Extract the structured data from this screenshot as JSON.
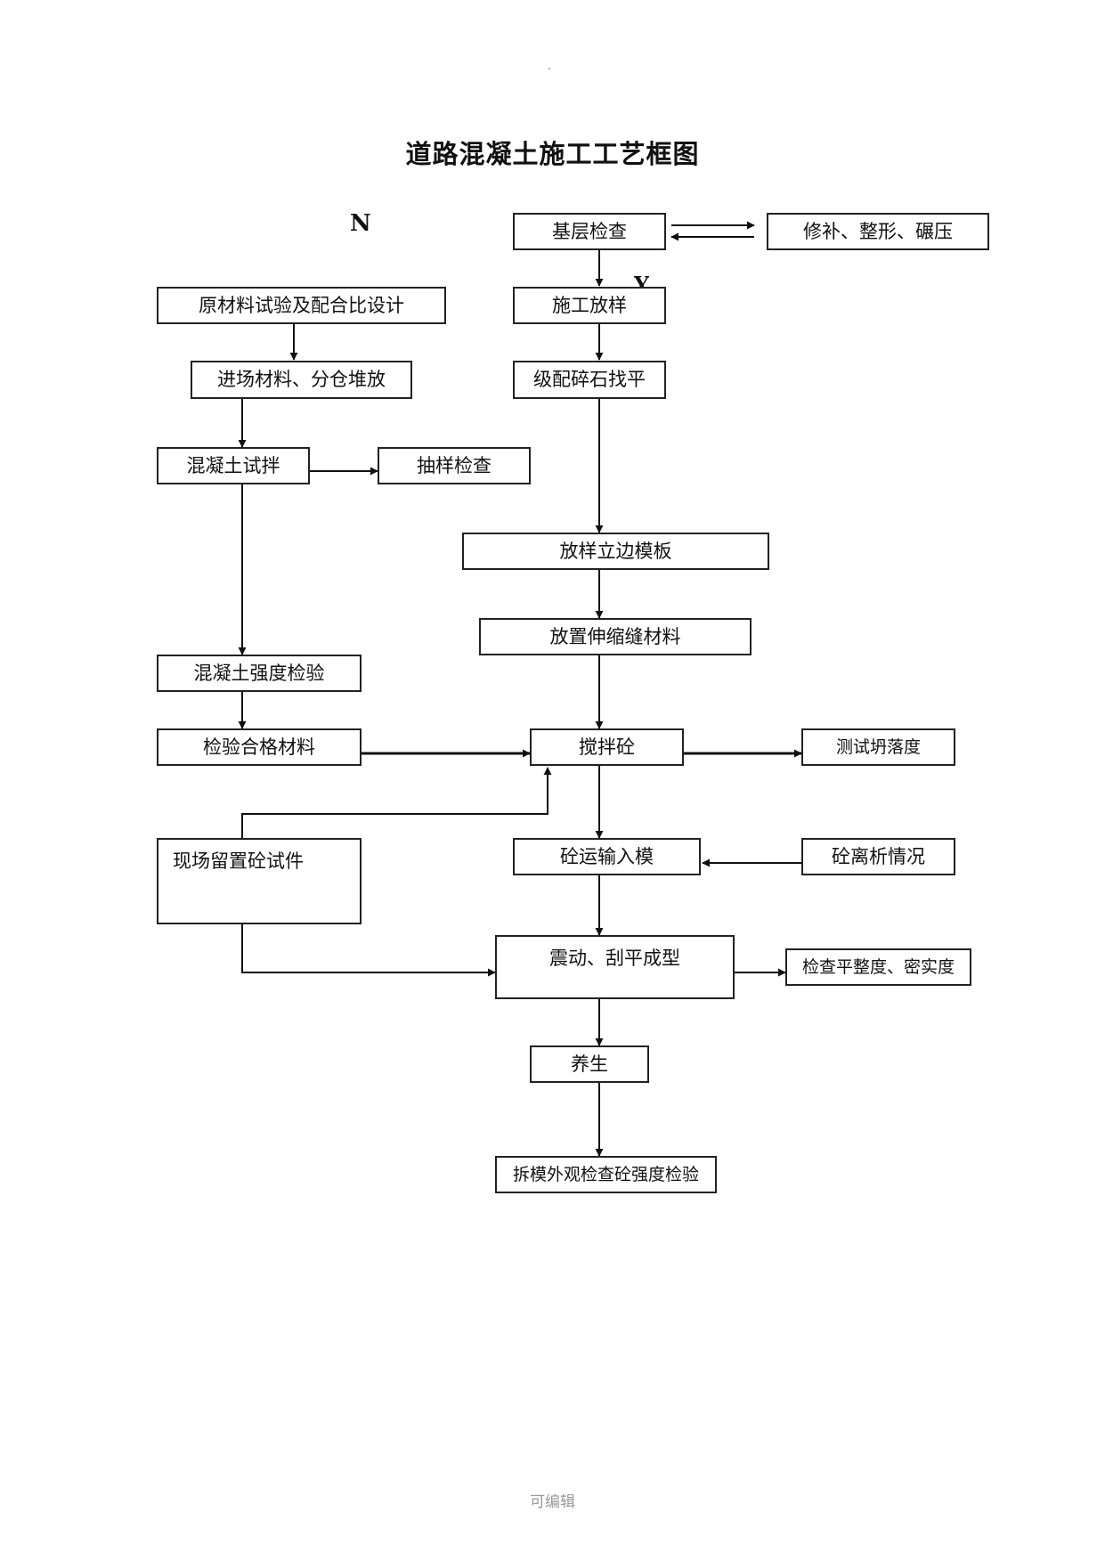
{
  "title": "道路混凝土施工工艺框图",
  "labels": {
    "n": "N",
    "y": "Y"
  },
  "boxes": {
    "base_check": "基层检查",
    "repair": "修补、整形、碾压",
    "raw_material": "原材料试验及配合比设计",
    "layout": "施工放样",
    "material_storage": "进场材料、分仓堆放",
    "gravel_leveling": "级配碎石找平",
    "trial_mix": "混凝土试拌",
    "sample_check": "抽样检查",
    "formwork": "放样立边模板",
    "joint_material": "放置伸缩缝材料",
    "strength_test": "混凝土强度检验",
    "qualified_material": "检验合格材料",
    "mixing": "搅拌砼",
    "slump_test": "测试坍落度",
    "site_specimen": "现场留置砼试件",
    "transport": "砼运输入模",
    "segregation": "砼离析情况",
    "vibrate_level": "震动、刮平成型",
    "flatness_check": "检查平整度、密实度",
    "curing": "养生",
    "final_check": "拆模外观检查砼强度检验"
  },
  "footer": "可编辑"
}
